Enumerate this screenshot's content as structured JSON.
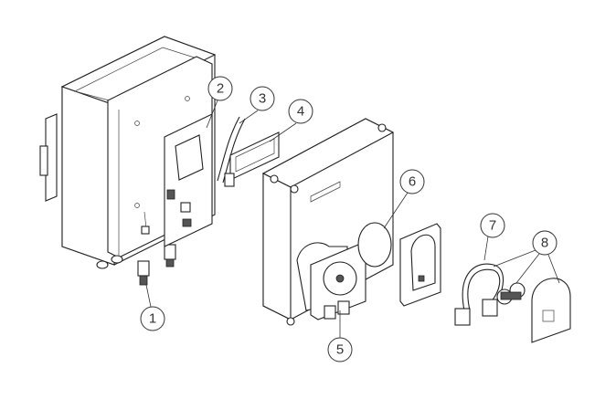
{
  "diagram": {
    "callouts": [
      {
        "label": "1",
        "part": "cable-gland"
      },
      {
        "label": "2",
        "part": "circuit-board"
      },
      {
        "label": "3",
        "part": "ribbon-cable"
      },
      {
        "label": "4",
        "part": "display-module"
      },
      {
        "label": "5",
        "part": "pump-motor"
      },
      {
        "label": "6",
        "part": "pump-head-housing"
      },
      {
        "label": "7",
        "part": "pump-tube"
      },
      {
        "label": "8",
        "part": "roller-and-cover"
      }
    ]
  }
}
